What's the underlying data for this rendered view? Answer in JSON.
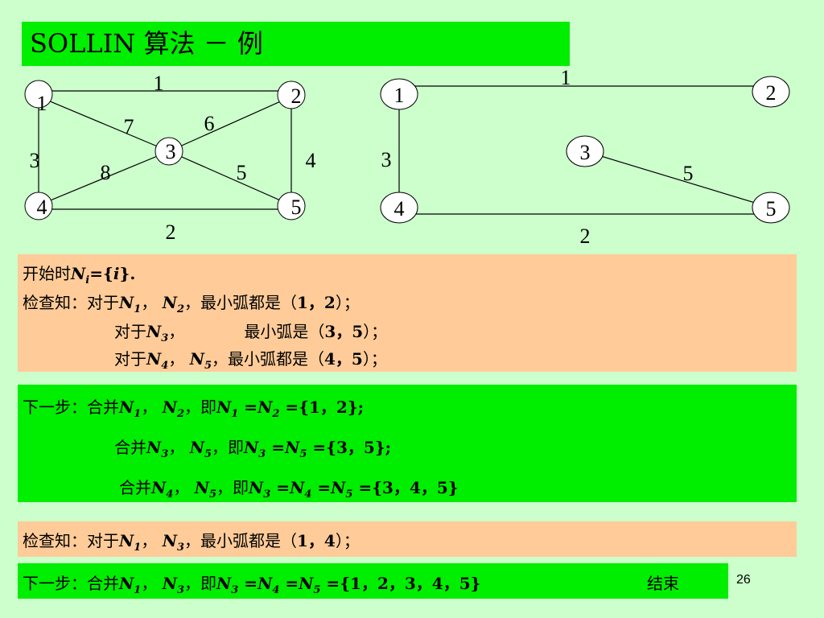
{
  "title": "SOLLIN 算法 － 例",
  "graph_left": {
    "nodes": [
      {
        "id": "1",
        "label": "1"
      },
      {
        "id": "2",
        "label": "2"
      },
      {
        "id": "3",
        "label": "3"
      },
      {
        "id": "4",
        "label": "4"
      },
      {
        "id": "5",
        "label": "5"
      }
    ],
    "node1_extra_label": "1",
    "edges": [
      {
        "from": "1",
        "to": "2",
        "weight": "1"
      },
      {
        "from": "1",
        "to": "3",
        "weight": "7"
      },
      {
        "from": "2",
        "to": "3",
        "weight": "6"
      },
      {
        "from": "1",
        "to": "4",
        "weight": "3"
      },
      {
        "from": "2",
        "to": "5",
        "weight": "4"
      },
      {
        "from": "3",
        "to": "4",
        "weight": "8"
      },
      {
        "from": "3",
        "to": "5",
        "weight": "5"
      },
      {
        "from": "4",
        "to": "5",
        "weight": "2"
      }
    ]
  },
  "graph_right": {
    "nodes": [
      {
        "id": "1",
        "label": "1"
      },
      {
        "id": "2",
        "label": "2"
      },
      {
        "id": "3",
        "label": "3"
      },
      {
        "id": "4",
        "label": "4"
      },
      {
        "id": "5",
        "label": "5"
      }
    ],
    "edges": [
      {
        "from": "1",
        "to": "2",
        "weight": "1"
      },
      {
        "from": "1",
        "to": "4",
        "weight": "3"
      },
      {
        "from": "3",
        "to": "5",
        "weight": "5"
      },
      {
        "from": "4",
        "to": "5",
        "weight": "2"
      }
    ]
  },
  "box1": {
    "line1": {
      "pre": "开始时",
      "n": "N",
      "sub": "i",
      "post": "={",
      "var": "i",
      "end": "}."
    },
    "line2": {
      "pre": "检查知：对于",
      "a": "N",
      "a_sub": "1",
      "sep": "，  ",
      "b": "N",
      "b_sub": "2",
      "post": "，最小弧都是（",
      "nums": "1，2",
      "end": "）；"
    },
    "line3": {
      "pre": "对于",
      "a": "N",
      "a_sub": "3",
      "sep": "，",
      "post": "最小弧是（",
      "nums": "3，5",
      "end": "）；"
    },
    "line4": {
      "pre": "对于",
      "a": "N",
      "a_sub": "4",
      "sep": "，  ",
      "b": "N",
      "b_sub": "5",
      "post": "，最小弧都是（",
      "nums": "4，5",
      "end": "）；"
    }
  },
  "box2": {
    "line1": {
      "pre": "下一步：合并",
      "a_sub": "1",
      "b_sub": "2",
      "mid": "，即",
      "eq": " =",
      "set": " ={1，2};"
    },
    "line2": {
      "pre": "合并",
      "a_sub": "3",
      "b_sub": "5",
      "mid": "，即",
      "eq": " =",
      "set": " ={3，5};"
    },
    "line3": {
      "pre": "合并",
      "a_sub": "4",
      "b_sub": "5",
      "mid": "，即",
      "c_sub": "3",
      "d_sub": "4",
      "e_sub": "5",
      "set": " ={3，4，5}"
    }
  },
  "box3": {
    "pre": "检查知：对于",
    "a_sub": "1",
    "b_sub": "3",
    "post": "，最小弧都是（",
    "nums": "1，4",
    "end": "）；"
  },
  "box4": {
    "pre": "下一步：合并",
    "a_sub": "1",
    "b_sub": "3",
    "mid": "，即",
    "c_sub": "3",
    "d_sub": "4",
    "e_sub": "5",
    "set": " ={1，2，3，4，5}",
    "end_label": "结束"
  },
  "page_number": "26",
  "colors": {
    "background": "#ccffcc",
    "green_box": "#00ee00",
    "orange_box": "#ffcc99"
  }
}
